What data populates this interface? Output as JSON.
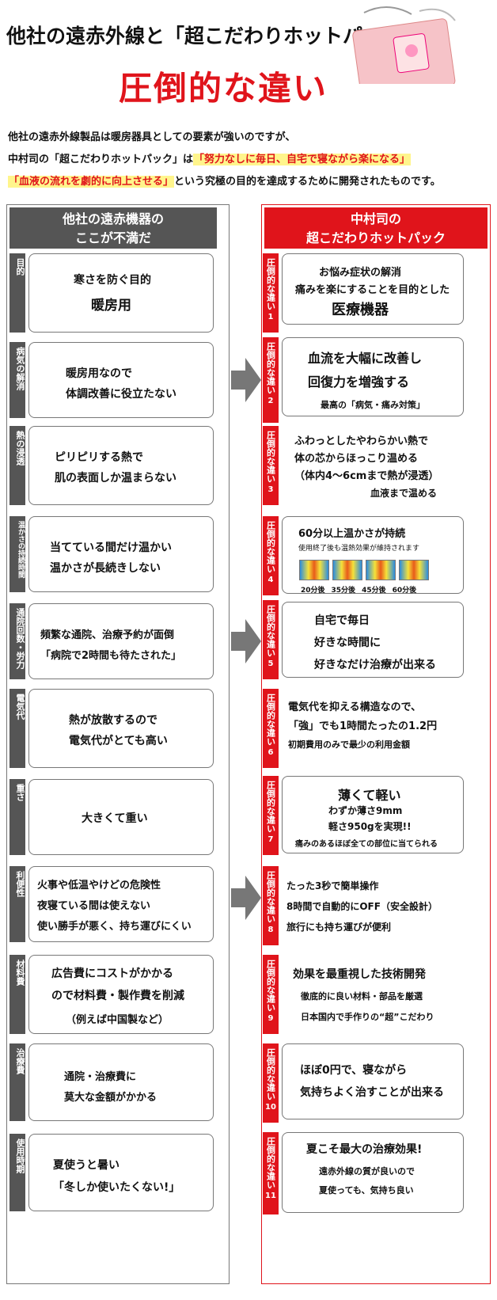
{
  "title": {
    "line1": "他社の遠赤外線と「超こだわりホットパック」の",
    "line2": "圧倒的な違い"
  },
  "intro": {
    "p1": "他社の遠赤外線製品は暖房器具としての要素が強いのですが、",
    "p2_a": "中村司の「超こだわりホットパック」は",
    "p2_hl": "「努力なしに毎日、自宅で寝ながら楽になる」",
    "p3_hl": "「血液の流れを劇的に向上させる」",
    "p3_b": "という究極の目的を達成するために開発されたものです。"
  },
  "left_header": {
    "line1": "他社の遠赤機器の",
    "line2": "ここが不満だ"
  },
  "right_header": {
    "line1": "中村司の",
    "line2": "超こだわりホットパック"
  },
  "right_label_text": "圧倒的な違い",
  "rows": [
    {
      "label": "目的",
      "num": "1",
      "left": [
        "寒さを防ぐ目的",
        "暖房用"
      ],
      "right": [
        "お悩み症状の解消",
        "痛みを楽にすることを目的とした",
        "医療機器"
      ]
    },
    {
      "label": "病気の解消",
      "num": "2",
      "left": [
        "暖房用なので",
        "体調改善に役立たない"
      ],
      "right": [
        "血流を大幅に改善し",
        "回復力を増強する",
        "最高の「病気・痛み対策」"
      ]
    },
    {
      "label": "熱の浸透",
      "num": "3",
      "left": [
        "ピリピリする熱で",
        "肌の表面しか温まらない"
      ],
      "right": [
        "ふわっとしたやわらかい熱で",
        "体の芯からほっこり温める",
        "（体内4〜6cmまで熱が浸透）",
        "血液まで温める"
      ]
    },
    {
      "label": "温かさの持続時間",
      "num": "4",
      "left": [
        "当てている間だけ温かい",
        "温かさが長続きしない"
      ],
      "right": [
        "60分以上温かさが持続",
        "使用終了後も温熱効果が維持されます"
      ],
      "thermo": [
        "20分後",
        "35分後",
        "45分後",
        "60分後"
      ]
    },
    {
      "label": "通院回数・労力",
      "num": "5",
      "left": [
        "頻繁な通院、治療予約が面倒",
        "「病院で2時間も待たされた」"
      ],
      "right": [
        "自宅で毎日",
        "好きな時間に",
        "好きなだけ治療が出来る"
      ]
    },
    {
      "label": "電気代",
      "num": "6",
      "left": [
        "熱が放散するので",
        "電気代がとても高い"
      ],
      "right": [
        "電気代を抑える構造なので、",
        "「強」でも1時間たったの1.2円",
        "初期費用のみで最少の利用金額"
      ]
    },
    {
      "label": "重さ",
      "num": "7",
      "left": [
        "大きくて重い"
      ],
      "right": [
        "薄くて軽い",
        "わずか薄さ9mm",
        "軽さ950gを実現!!",
        "痛みのあるほぼ全ての部位に当てられる"
      ]
    },
    {
      "label": "利便性",
      "num": "8",
      "left": [
        "火事や低温やけどの危険性",
        "夜寝ている間は使えない",
        "使い勝手が悪く、持ち運びにくい"
      ],
      "right": [
        "たった3秒で簡単操作",
        "8時間で自動的にOFF（安全設計）",
        "旅行にも持ち運びが便利"
      ]
    },
    {
      "label": "材料費",
      "num": "9",
      "left": [
        "広告費にコストがかかる",
        "ので材料費・製作費を削減",
        "（例えば中国製など）"
      ],
      "right": [
        "効果を最重視した技術開発",
        "徹底的に良い材料・部品を厳選",
        "日本国内で手作りの“超”こだわり"
      ]
    },
    {
      "label": "治療費",
      "num": "10",
      "left": [
        "通院・治療費に",
        "莫大な金額がかかる"
      ],
      "right": [
        "ほぼ0円で、寝ながら",
        "気持ちよく治すことが出来る"
      ]
    },
    {
      "label": "使用時期",
      "num": "11",
      "left": [
        "夏使うと暑い",
        "「冬しか使いたくない!」"
      ],
      "right": [
        "夏こそ最大の治療効果!",
        "遠赤外線の質が良いので",
        "夏使っても、気持ち良い"
      ]
    }
  ]
}
